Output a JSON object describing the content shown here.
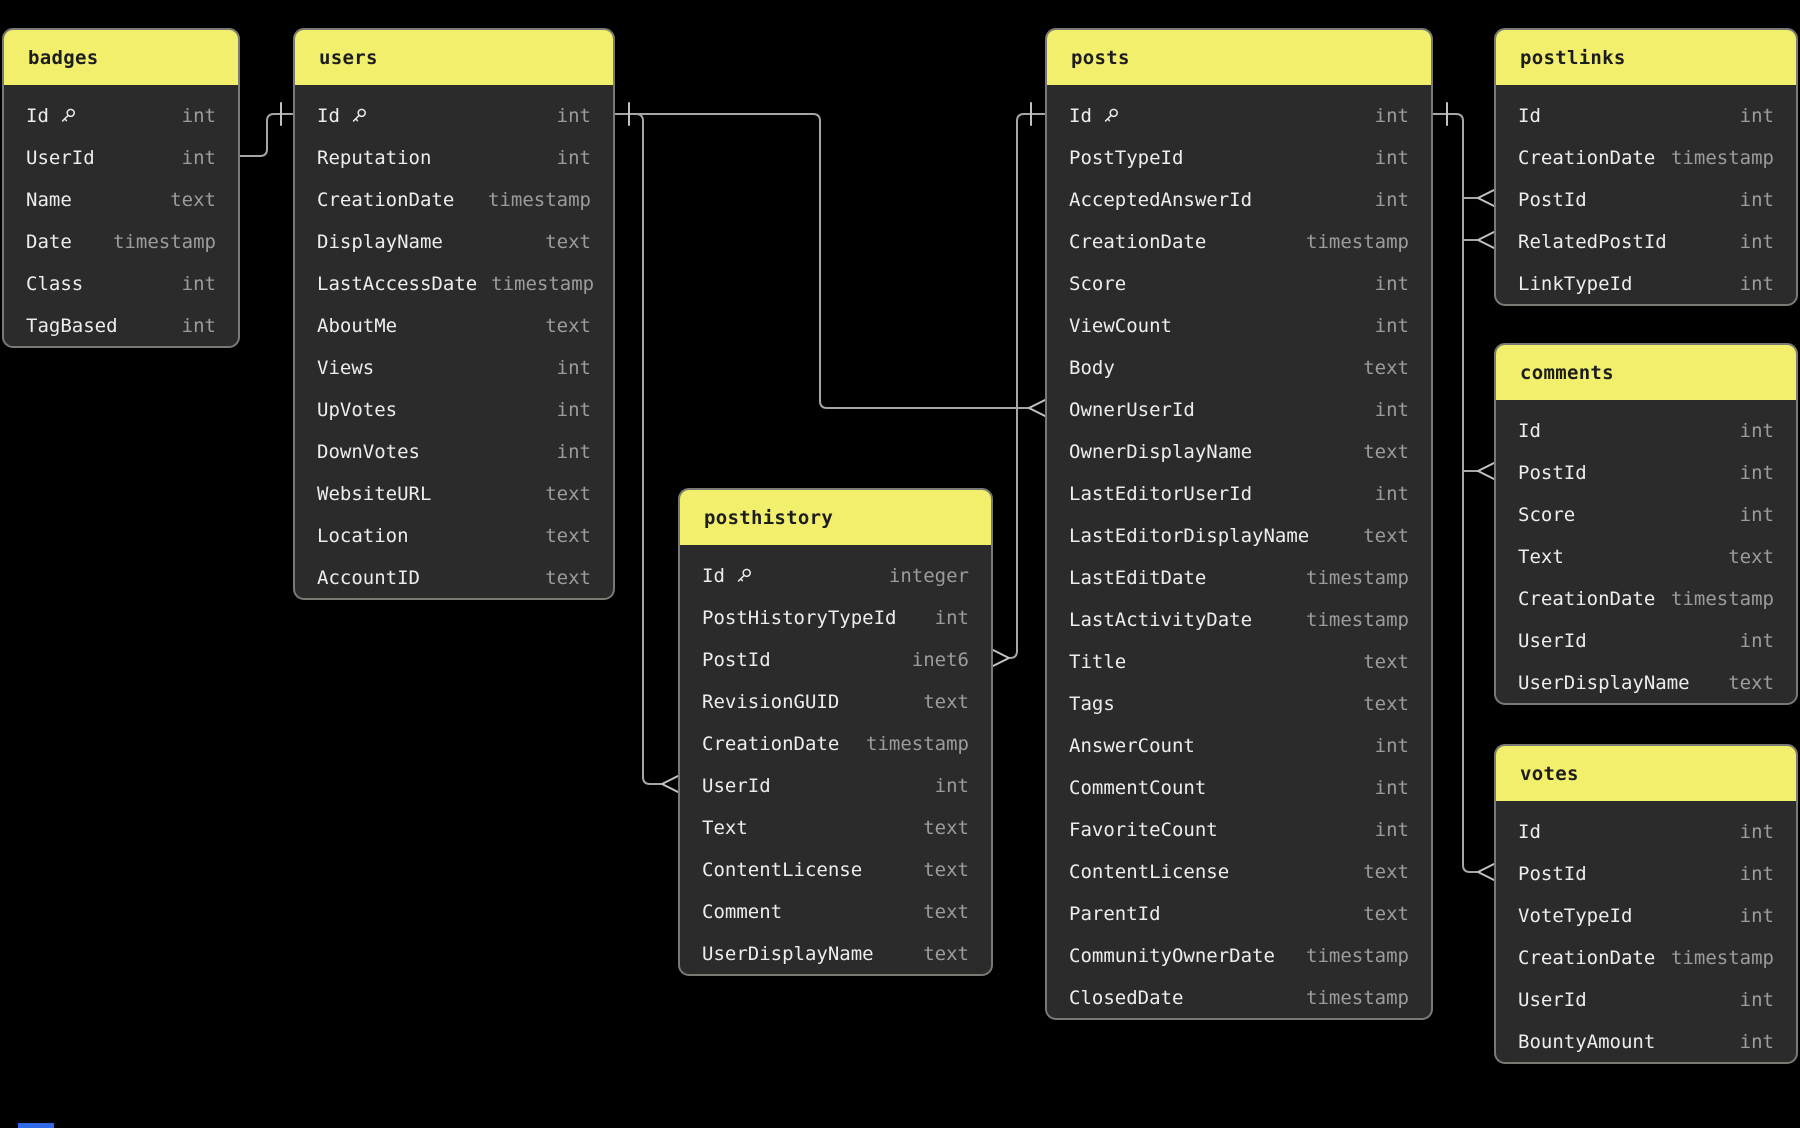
{
  "canvas": {
    "background_color": "#000000",
    "header_color": "#f2ef6d",
    "card_body_color": "#2b2b2b",
    "card_border_color": "#7a7a74",
    "line_color": "#a6a6a6",
    "field_name_color": "#ededed",
    "field_type_color": "#9c9c9c",
    "artifact_color": "#2f6ae8"
  },
  "tables": [
    {
      "name": "badges",
      "fields": [
        {
          "name": "Id",
          "type": "int",
          "key": true
        },
        {
          "name": "UserId",
          "type": "int"
        },
        {
          "name": "Name",
          "type": "text"
        },
        {
          "name": "Date",
          "type": "timestamp"
        },
        {
          "name": "Class",
          "type": "int"
        },
        {
          "name": "TagBased",
          "type": "int"
        }
      ]
    },
    {
      "name": "users",
      "fields": [
        {
          "name": "Id",
          "type": "int",
          "key": true
        },
        {
          "name": "Reputation",
          "type": "int"
        },
        {
          "name": "CreationDate",
          "type": "timestamp"
        },
        {
          "name": "DisplayName",
          "type": "text"
        },
        {
          "name": "LastAccessDate",
          "type": "timestamp"
        },
        {
          "name": "AboutMe",
          "type": "text"
        },
        {
          "name": "Views",
          "type": "int"
        },
        {
          "name": "UpVotes",
          "type": "int"
        },
        {
          "name": "DownVotes",
          "type": "int"
        },
        {
          "name": "WebsiteURL",
          "type": "text"
        },
        {
          "name": "Location",
          "type": "text"
        },
        {
          "name": "AccountID",
          "type": "text"
        }
      ]
    },
    {
      "name": "posthistory",
      "fields": [
        {
          "name": "Id",
          "type": "integer",
          "key": true
        },
        {
          "name": "PostHistoryTypeId",
          "type": "int"
        },
        {
          "name": "PostId",
          "type": "inet6"
        },
        {
          "name": "RevisionGUID",
          "type": "text"
        },
        {
          "name": "CreationDate",
          "type": "timestamp"
        },
        {
          "name": "UserId",
          "type": "int"
        },
        {
          "name": "Text",
          "type": "text"
        },
        {
          "name": "ContentLicense",
          "type": "text"
        },
        {
          "name": "Comment",
          "type": "text"
        },
        {
          "name": "UserDisplayName",
          "type": "text"
        }
      ]
    },
    {
      "name": "posts",
      "fields": [
        {
          "name": "Id",
          "type": "int",
          "key": true
        },
        {
          "name": "PostTypeId",
          "type": "int"
        },
        {
          "name": "AcceptedAnswerId",
          "type": "int"
        },
        {
          "name": "CreationDate",
          "type": "timestamp"
        },
        {
          "name": "Score",
          "type": "int"
        },
        {
          "name": "ViewCount",
          "type": "int"
        },
        {
          "name": "Body",
          "type": "text"
        },
        {
          "name": "OwnerUserId",
          "type": "int"
        },
        {
          "name": "OwnerDisplayName",
          "type": "text"
        },
        {
          "name": "LastEditorUserId",
          "type": "int"
        },
        {
          "name": "LastEditorDisplayName",
          "type": "text"
        },
        {
          "name": "LastEditDate",
          "type": "timestamp"
        },
        {
          "name": "LastActivityDate",
          "type": "timestamp"
        },
        {
          "name": "Title",
          "type": "text"
        },
        {
          "name": "Tags",
          "type": "text"
        },
        {
          "name": "AnswerCount",
          "type": "int"
        },
        {
          "name": "CommentCount",
          "type": "int"
        },
        {
          "name": "FavoriteCount",
          "type": "int"
        },
        {
          "name": "ContentLicense",
          "type": "text"
        },
        {
          "name": "ParentId",
          "type": "text"
        },
        {
          "name": "CommunityOwnerDate",
          "type": "timestamp"
        },
        {
          "name": "ClosedDate",
          "type": "timestamp"
        }
      ]
    },
    {
      "name": "postlinks",
      "fields": [
        {
          "name": "Id",
          "type": "int"
        },
        {
          "name": "CreationDate",
          "type": "timestamp"
        },
        {
          "name": "PostId",
          "type": "int"
        },
        {
          "name": "RelatedPostId",
          "type": "int"
        },
        {
          "name": "LinkTypeId",
          "type": "int"
        }
      ]
    },
    {
      "name": "comments",
      "fields": [
        {
          "name": "Id",
          "type": "int"
        },
        {
          "name": "PostId",
          "type": "int"
        },
        {
          "name": "Score",
          "type": "int"
        },
        {
          "name": "Text",
          "type": "text"
        },
        {
          "name": "CreationDate",
          "type": "timestamp"
        },
        {
          "name": "UserId",
          "type": "int"
        },
        {
          "name": "UserDisplayName",
          "type": "text"
        }
      ]
    },
    {
      "name": "votes",
      "fields": [
        {
          "name": "Id",
          "type": "int"
        },
        {
          "name": "PostId",
          "type": "int"
        },
        {
          "name": "VoteTypeId",
          "type": "int"
        },
        {
          "name": "CreationDate",
          "type": "timestamp"
        },
        {
          "name": "UserId",
          "type": "int"
        },
        {
          "name": "BountyAmount",
          "type": "int"
        }
      ]
    }
  ],
  "relationships": [
    {
      "from": "badges.UserId",
      "to": "users.Id",
      "from_end": "plain",
      "to_end": "one"
    },
    {
      "from": "posthistory.UserId",
      "to": "users.Id",
      "from_end": "many",
      "to_end": "one"
    },
    {
      "from": "posts.OwnerUserId",
      "to": "users.Id",
      "from_end": "many",
      "to_end": "one"
    },
    {
      "from": "posthistory.PostId",
      "to": "posts.Id",
      "from_end": "many",
      "to_end": "one"
    },
    {
      "from": "postlinks.PostId",
      "to": "posts.Id",
      "from_end": "many",
      "to_end": "one"
    },
    {
      "from": "postlinks.RelatedPostId",
      "to": "posts.Id",
      "from_end": "many",
      "to_end": "one"
    },
    {
      "from": "comments.PostId",
      "to": "posts.Id",
      "from_end": "many",
      "to_end": "one"
    },
    {
      "from": "votes.PostId",
      "to": "posts.Id",
      "from_end": "many",
      "to_end": "one"
    }
  ]
}
